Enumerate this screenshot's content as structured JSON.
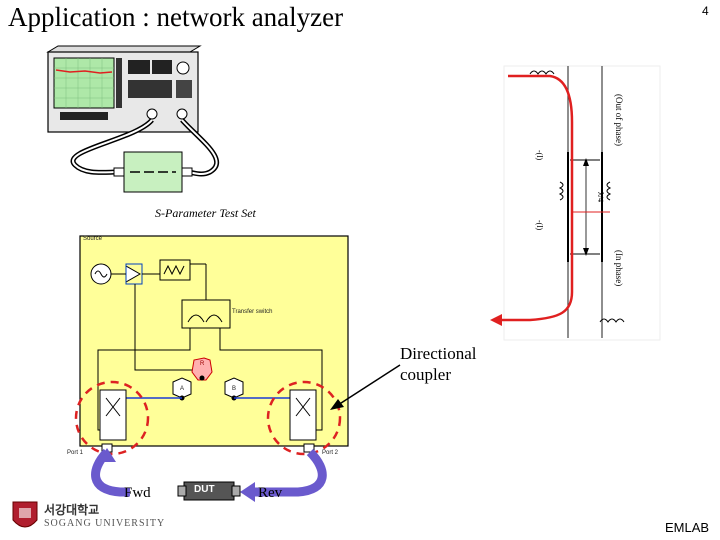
{
  "title": "Application : network analyzer",
  "page_number": "4",
  "test_set_label": "S-Parameter Test Set",
  "source_label": "Source",
  "transfer_switch_label": "Transfer switch",
  "receiver_labels": {
    "r": "R",
    "a": "A",
    "b": "B"
  },
  "port_labels": {
    "port1": "Port 1",
    "port2": "Port 2"
  },
  "directional_coupler_label": "Directional coupler",
  "dut_label": "DUT",
  "fwd_label": "Fwd",
  "rev_label": "Rev",
  "coupler_axis_labels": {
    "top": "(Out of phase)",
    "bottom": "(In phase)",
    "d1": "-(l)",
    "d2": "-(l)",
    "lambda": "λ/4"
  },
  "logo": {
    "korean": "서강대학교",
    "english": "SOGANG UNIVERSITY"
  },
  "footer": "EMLAB",
  "colors": {
    "test_set_fill": "#ffff99",
    "signal_path": "#e02020",
    "dashed_circle": "#dd2222",
    "blue_line": "#1a3cd6",
    "arrow_fill": "#6a5acd"
  }
}
